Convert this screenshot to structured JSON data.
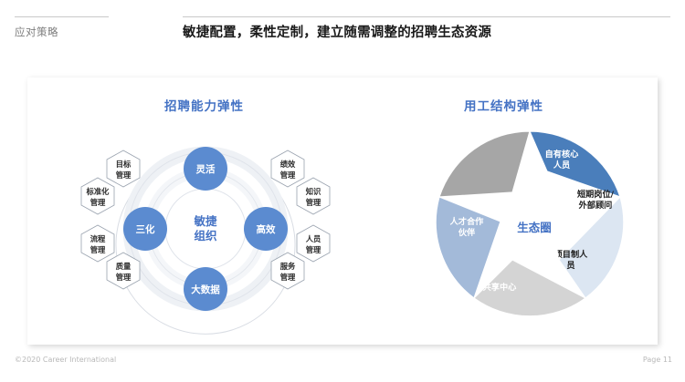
{
  "header": {
    "kicker": "应对策略",
    "headline": "敏捷配置，柔性定制，建立随需调整的招聘生态资源"
  },
  "panels": {
    "left_title": "招聘能力弹性",
    "right_title": "用工结构弹性"
  },
  "agile": {
    "core_line1": "敏捷",
    "core_line2": "组织",
    "nodes": [
      {
        "label": "灵活",
        "position": "top"
      },
      {
        "label": "高效",
        "position": "right"
      },
      {
        "label": "大数据",
        "position": "bottom"
      },
      {
        "label": "三化",
        "position": "left"
      }
    ],
    "hexes_left": [
      {
        "line1": "目标",
        "line2": "管理"
      },
      {
        "line1": "标准化",
        "line2": "管理"
      },
      {
        "line1": "流程",
        "line2": "管理"
      },
      {
        "line1": "质量",
        "line2": "管理"
      }
    ],
    "hexes_right": [
      {
        "line1": "绩效",
        "line2": "管理"
      },
      {
        "line1": "知识",
        "line2": "管理"
      },
      {
        "line1": "人员",
        "line2": "管理"
      },
      {
        "line1": "服务",
        "line2": "管理"
      }
    ]
  },
  "ecosystem": {
    "center": "生态圈",
    "segments": [
      {
        "line1": "自有核心",
        "line2": "人员",
        "color": "#4a7ebb",
        "text": "light"
      },
      {
        "line1": "短期岗位/",
        "line2": "外部顾问",
        "color": "#dce6f2",
        "text": "dark"
      },
      {
        "line1": "项目制人",
        "line2": "员",
        "color": "#d4d4d4",
        "text": "dark"
      },
      {
        "line1": "共享中心",
        "line2": "",
        "color": "#a3bad9",
        "text": "light"
      },
      {
        "line1": "人才合作",
        "line2": "伙伴",
        "color": "#a6a6a6",
        "text": "light"
      }
    ]
  },
  "colors": {
    "accent_blue": "#4472c4",
    "node_blue": "#5b8bd0",
    "rule_gray": "#c9c9c9"
  },
  "footer": {
    "copyright": "©2020 Career International",
    "page": "Page 11"
  }
}
